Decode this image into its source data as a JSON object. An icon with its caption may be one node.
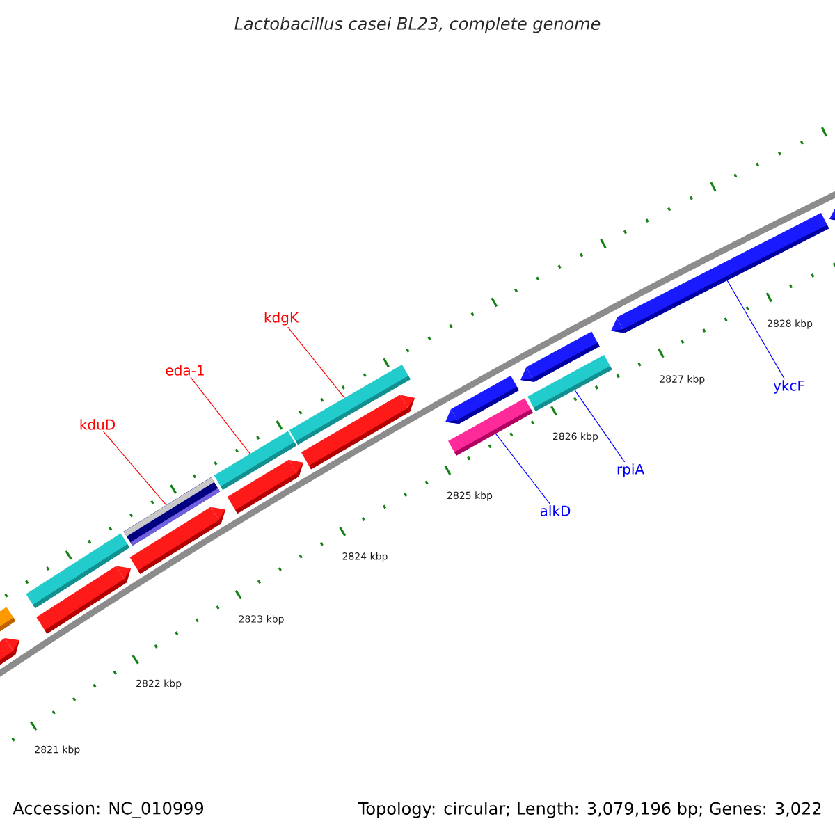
{
  "diagram": {
    "title": "Lactobacillus casei BL23, complete genome",
    "nodes": [
      {
        "text": [
          "kdgK"
        ]
      },
      {
        "text": [
          "eda-1"
        ]
      },
      {
        "text": [
          "ykcF"
        ]
      },
      {
        "text": [
          "kduD"
        ]
      },
      {
        "text": [
          "rpiA"
        ]
      },
      {
        "text": [
          "alkD"
        ]
      },
      {
        "text": [],
        "shape": "bar"
      },
      {
        "text": [],
        "shape": "bar"
      },
      {
        "text": [],
        "shape": "bar"
      },
      {
        "text": [],
        "shape": "bar"
      },
      {
        "text": [],
        "shape": "bar"
      },
      {
        "text": [],
        "shape": "arrow"
      }
    ],
    "edges": [
      {
        "from": 0,
        "to": 8,
        "arrow": "none",
        "color": "#ff0000"
      },
      {
        "from": 1,
        "to": 7,
        "arrow": "none",
        "color": "#ff0000"
      },
      {
        "from": 2,
        "to": 11,
        "arrow": "none",
        "color": "#0000ff"
      },
      {
        "from": 3,
        "to": 6,
        "arrow": "none",
        "color": "#ff0000"
      },
      {
        "from": 4,
        "to": 10,
        "arrow": "none",
        "color": "#0000ff"
      },
      {
        "from": 5,
        "to": 9,
        "arrow": "none",
        "color": "#0000ff"
      }
    ],
    "labels": [
      "2828 kbp",
      "2827 kbp",
      "2826 kbp",
      "2825 kbp",
      "2824 kbp",
      "2823 kbp",
      "2822 kbp",
      "2821 kbp",
      "Accession: NC_010999",
      "Topology: circular; Length: 3,079,196 bp; Genes: 3,022"
    ]
  }
}
